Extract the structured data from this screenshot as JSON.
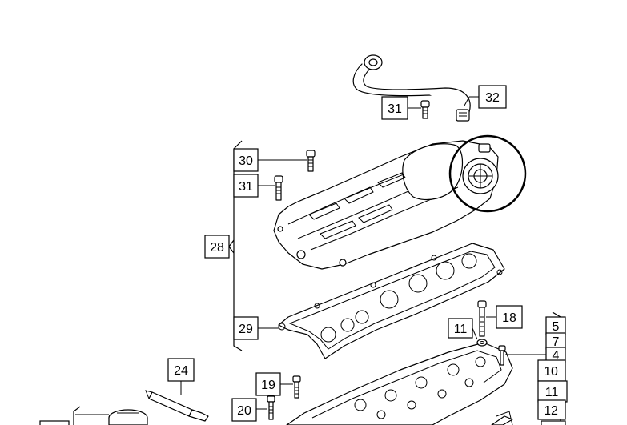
{
  "callouts": [
    {
      "id": "c32",
      "label": "32"
    },
    {
      "id": "c31a",
      "label": "31"
    },
    {
      "id": "c30",
      "label": "30"
    },
    {
      "id": "c31b",
      "label": "31"
    },
    {
      "id": "c28",
      "label": "28"
    },
    {
      "id": "c29",
      "label": "29"
    },
    {
      "id": "c18",
      "label": "18"
    },
    {
      "id": "c11a",
      "label": "11"
    },
    {
      "id": "c24",
      "label": "24"
    },
    {
      "id": "c19",
      "label": "19"
    },
    {
      "id": "c20",
      "label": "20"
    },
    {
      "id": "c5",
      "label": "5"
    },
    {
      "id": "c7",
      "label": "7"
    },
    {
      "id": "c4",
      "label": "4"
    },
    {
      "id": "c10",
      "label": "10"
    },
    {
      "id": "c11b",
      "label": "11"
    },
    {
      "id": "c12",
      "label": "12"
    }
  ],
  "highlight": {
    "shape": "circle",
    "color": "#000000"
  }
}
